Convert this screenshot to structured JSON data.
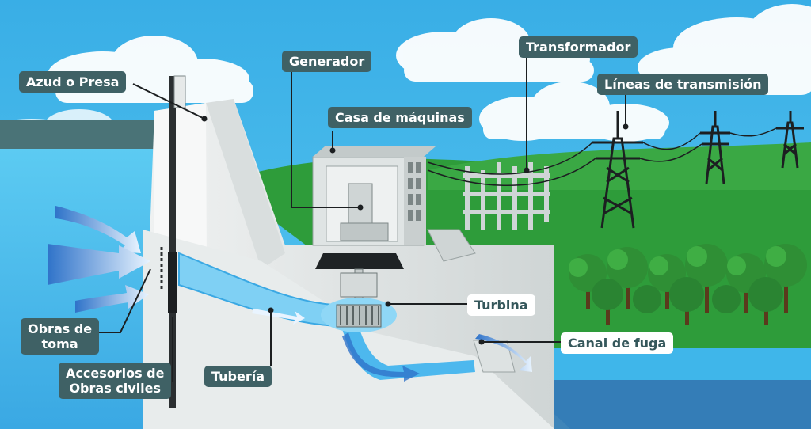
{
  "labels": {
    "azud": "Azud o Presa",
    "generador": "Generador",
    "transformador": "Transformador",
    "lineas": "Líneas de transmisión",
    "casa": "Casa de máquinas",
    "obras_toma_1": "Obras de",
    "obras_toma_2": "toma",
    "accesorios_1": "Accesorios de",
    "accesorios_2": "Obras civiles",
    "tuberia": "Tubería",
    "turbina": "Turbina",
    "canal": "Canal de fuga"
  },
  "colors": {
    "sky": "#3fb6ea",
    "water": "#55c2ee",
    "grass": "#2e9c3a",
    "dam": "#e6eaea",
    "label_dark": "#3f6165",
    "label_text_dark": "#35575b"
  }
}
